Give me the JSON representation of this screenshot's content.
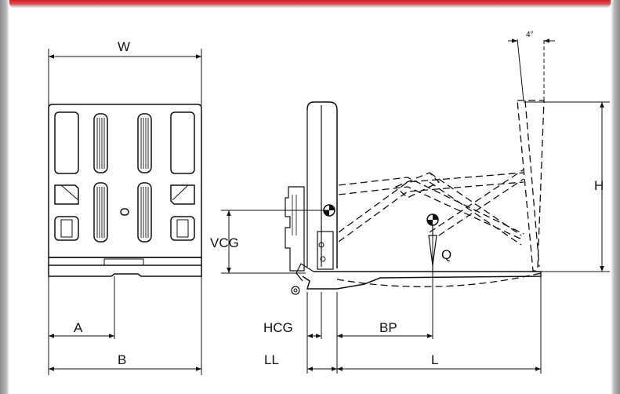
{
  "labels": {
    "W": "W",
    "A": "A",
    "B": "B",
    "VCG": "VCG",
    "HCG": "HCG",
    "LL": "LL",
    "BP": "BP",
    "L": "L",
    "H": "H",
    "Q": "Q",
    "angle": "4°"
  },
  "colors": {
    "accent": "#d21f26",
    "line": "#111111",
    "background": "#ffffff"
  }
}
